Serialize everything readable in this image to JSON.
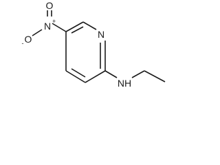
{
  "molecule": {
    "atoms": {
      "ring_nitrogen": "N",
      "amine": "NH",
      "nitro_nitrogen": "N",
      "nitro_oxygen_top": "O",
      "nitro_oxygen_left": "O"
    },
    "charges": {
      "nitro_nitrogen": "+",
      "nitro_oxygen_left": "-"
    }
  }
}
